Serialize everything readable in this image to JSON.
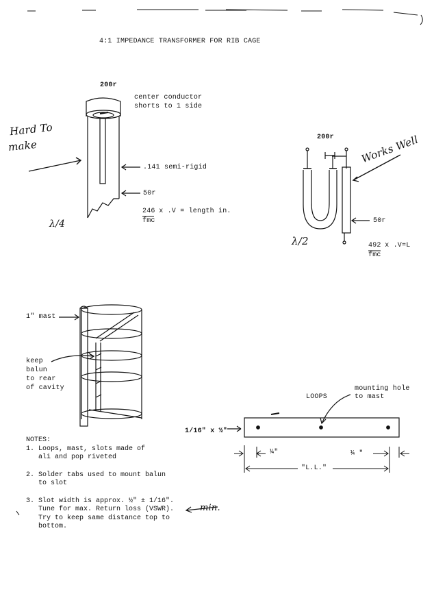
{
  "title": "4:1 IMPEDANCE TRANSFORMER FOR RIB CAGE",
  "quarter_wave": {
    "impedance_top": "200r",
    "center_note_1": "center conductor",
    "center_note_2": "shorts to 1 side",
    "semi_rigid": ".141 semi-rigid",
    "impedance_bottom": "50r",
    "formula_num": "246",
    "formula_rest": " x .V = length in.",
    "formula_den": "fmc",
    "label": "λ/4",
    "handnote_1": "Hard To",
    "handnote_2": "make"
  },
  "half_wave": {
    "impedance_top": "200r",
    "impedance_side": "50r",
    "formula_num": "492",
    "formula_rest": " x .V=L",
    "formula_den": "fmc",
    "label": "λ/2",
    "handnote": "Works Well"
  },
  "mast_diagram": {
    "mast_label": "1\" mast",
    "keep_note": [
      "keep",
      "balun",
      "to rear",
      "of cavity"
    ]
  },
  "strip": {
    "loops_label": "LOOPS",
    "mounting_1": "mounting hole",
    "mounting_2": "to mast",
    "size": "1/16\" x ½\"",
    "dim_left": "¼\"",
    "dim_right": "¼ \"",
    "dim_total": "\"L.L.\""
  },
  "notes": {
    "heading": "NOTES:",
    "n1a": "1. Loops, mast, slots made of",
    "n1b": "   ali and pop riveted",
    "n2a": "2. Solder tabs used to mount balun",
    "n2b": "   to slot",
    "n3a": "3. Slot width is approx. ½\" ± 1/16\".",
    "n3b": "   Tune for max. Return loss (VSWR).",
    "n3c": "   Try to keep same distance top to",
    "n3d": "   bottom.",
    "min_hand": "min."
  }
}
